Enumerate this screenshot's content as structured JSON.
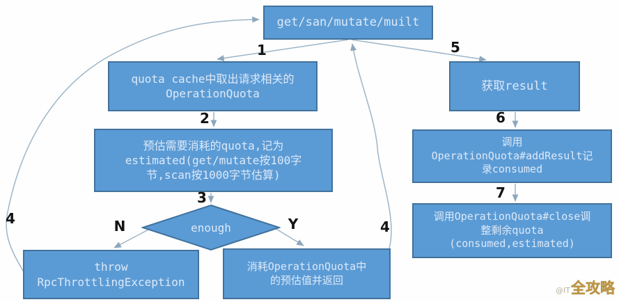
{
  "diagram": {
    "nodes": {
      "start": {
        "text": "get/san/mutate/muilt"
      },
      "quota_cache": {
        "text": "quota cache中取出请求相关的\nOperationQuota"
      },
      "estimate": {
        "text": "预估需要消耗的quota,记为\nestimated(get/mutate按100字\n节,scan按1000字节估算)"
      },
      "decision": {
        "text": "enough"
      },
      "throw": {
        "text": "throw\nRpcThrottlingException"
      },
      "consume": {
        "text": "消耗OperationQuota中\n的预估值并返回"
      },
      "get_result": {
        "text": "获取result"
      },
      "add_result": {
        "text": "调用\nOperationQuota#addResult记\n录consumed"
      },
      "close": {
        "text": "调用OperationQuota#close调\n整剩余quota\n(consumed,estimated)"
      }
    },
    "edge_labels": {
      "e1": "1",
      "e2": "2",
      "e3": "3",
      "e4_left": "4",
      "e4_right": "4",
      "e5": "5",
      "e6": "6",
      "e7": "7",
      "no": "N",
      "yes": "Y"
    },
    "colors": {
      "box_fill": "#5B9BD5",
      "box_border": "#41719C",
      "box_text": "#DCE9F8",
      "connector": "#9eb5c8",
      "label_text": "#141414",
      "watermark": "#bd9440"
    }
  },
  "watermark": {
    "prefix": "@IT",
    "text": "全攻略"
  }
}
